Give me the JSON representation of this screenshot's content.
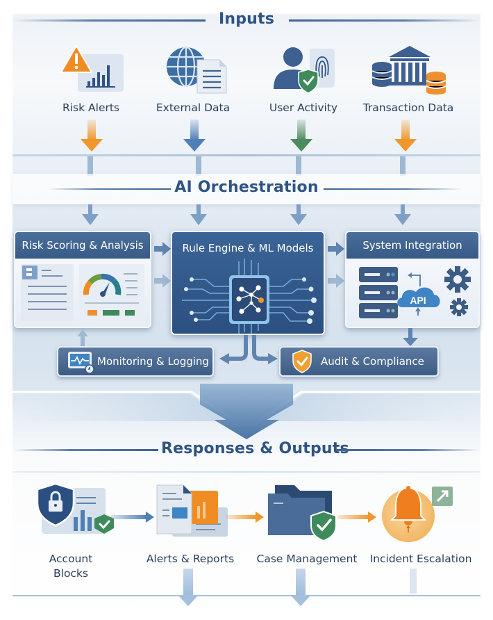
{
  "sections": {
    "inputs": {
      "title": "Inputs"
    },
    "orchestration": {
      "title": "AI Orchestration"
    },
    "outputs": {
      "title": "Responses & Outputs"
    }
  },
  "inputs": [
    {
      "label": "Risk Alerts",
      "icon": "warning-chart-icon",
      "arrow_color": "#f0962a"
    },
    {
      "label": "External Data",
      "icon": "globe-document-icon",
      "arrow_color": "#4f7fb5"
    },
    {
      "label": "User Activity",
      "icon": "user-fingerprint-icon",
      "arrow_color": "#4d8a5e"
    },
    {
      "label": "Transaction Data",
      "icon": "bank-database-icon",
      "arrow_color": "#f0962a"
    }
  ],
  "orchestration": {
    "risk_scoring": {
      "title": "Risk Scoring & Analysis",
      "icon": "gauge-dashboard-icon"
    },
    "rule_engine": {
      "title": "Rule Engine & ML Models",
      "icon": "chip-network-icon"
    },
    "system_integration": {
      "title": "System Integration",
      "icon": "server-api-icon",
      "api_label": "API"
    },
    "monitoring": {
      "title": "Monitoring & Logging",
      "icon": "monitor-clock-icon"
    },
    "audit": {
      "title": "Audit & Compliance",
      "icon": "shield-check-icon"
    }
  },
  "outputs": [
    {
      "label": "Account Blocks",
      "icon": "shield-lock-icon"
    },
    {
      "label": "Alerts & Reports",
      "icon": "report-documents-icon"
    },
    {
      "label": "Case Management",
      "icon": "folder-check-icon"
    },
    {
      "label": "Incident Escalation",
      "icon": "bell-escalation-icon"
    }
  ],
  "colors": {
    "primary": "#2f5484",
    "orange": "#f0962a",
    "green": "#3f8a5a",
    "blue": "#4f7fb5"
  }
}
